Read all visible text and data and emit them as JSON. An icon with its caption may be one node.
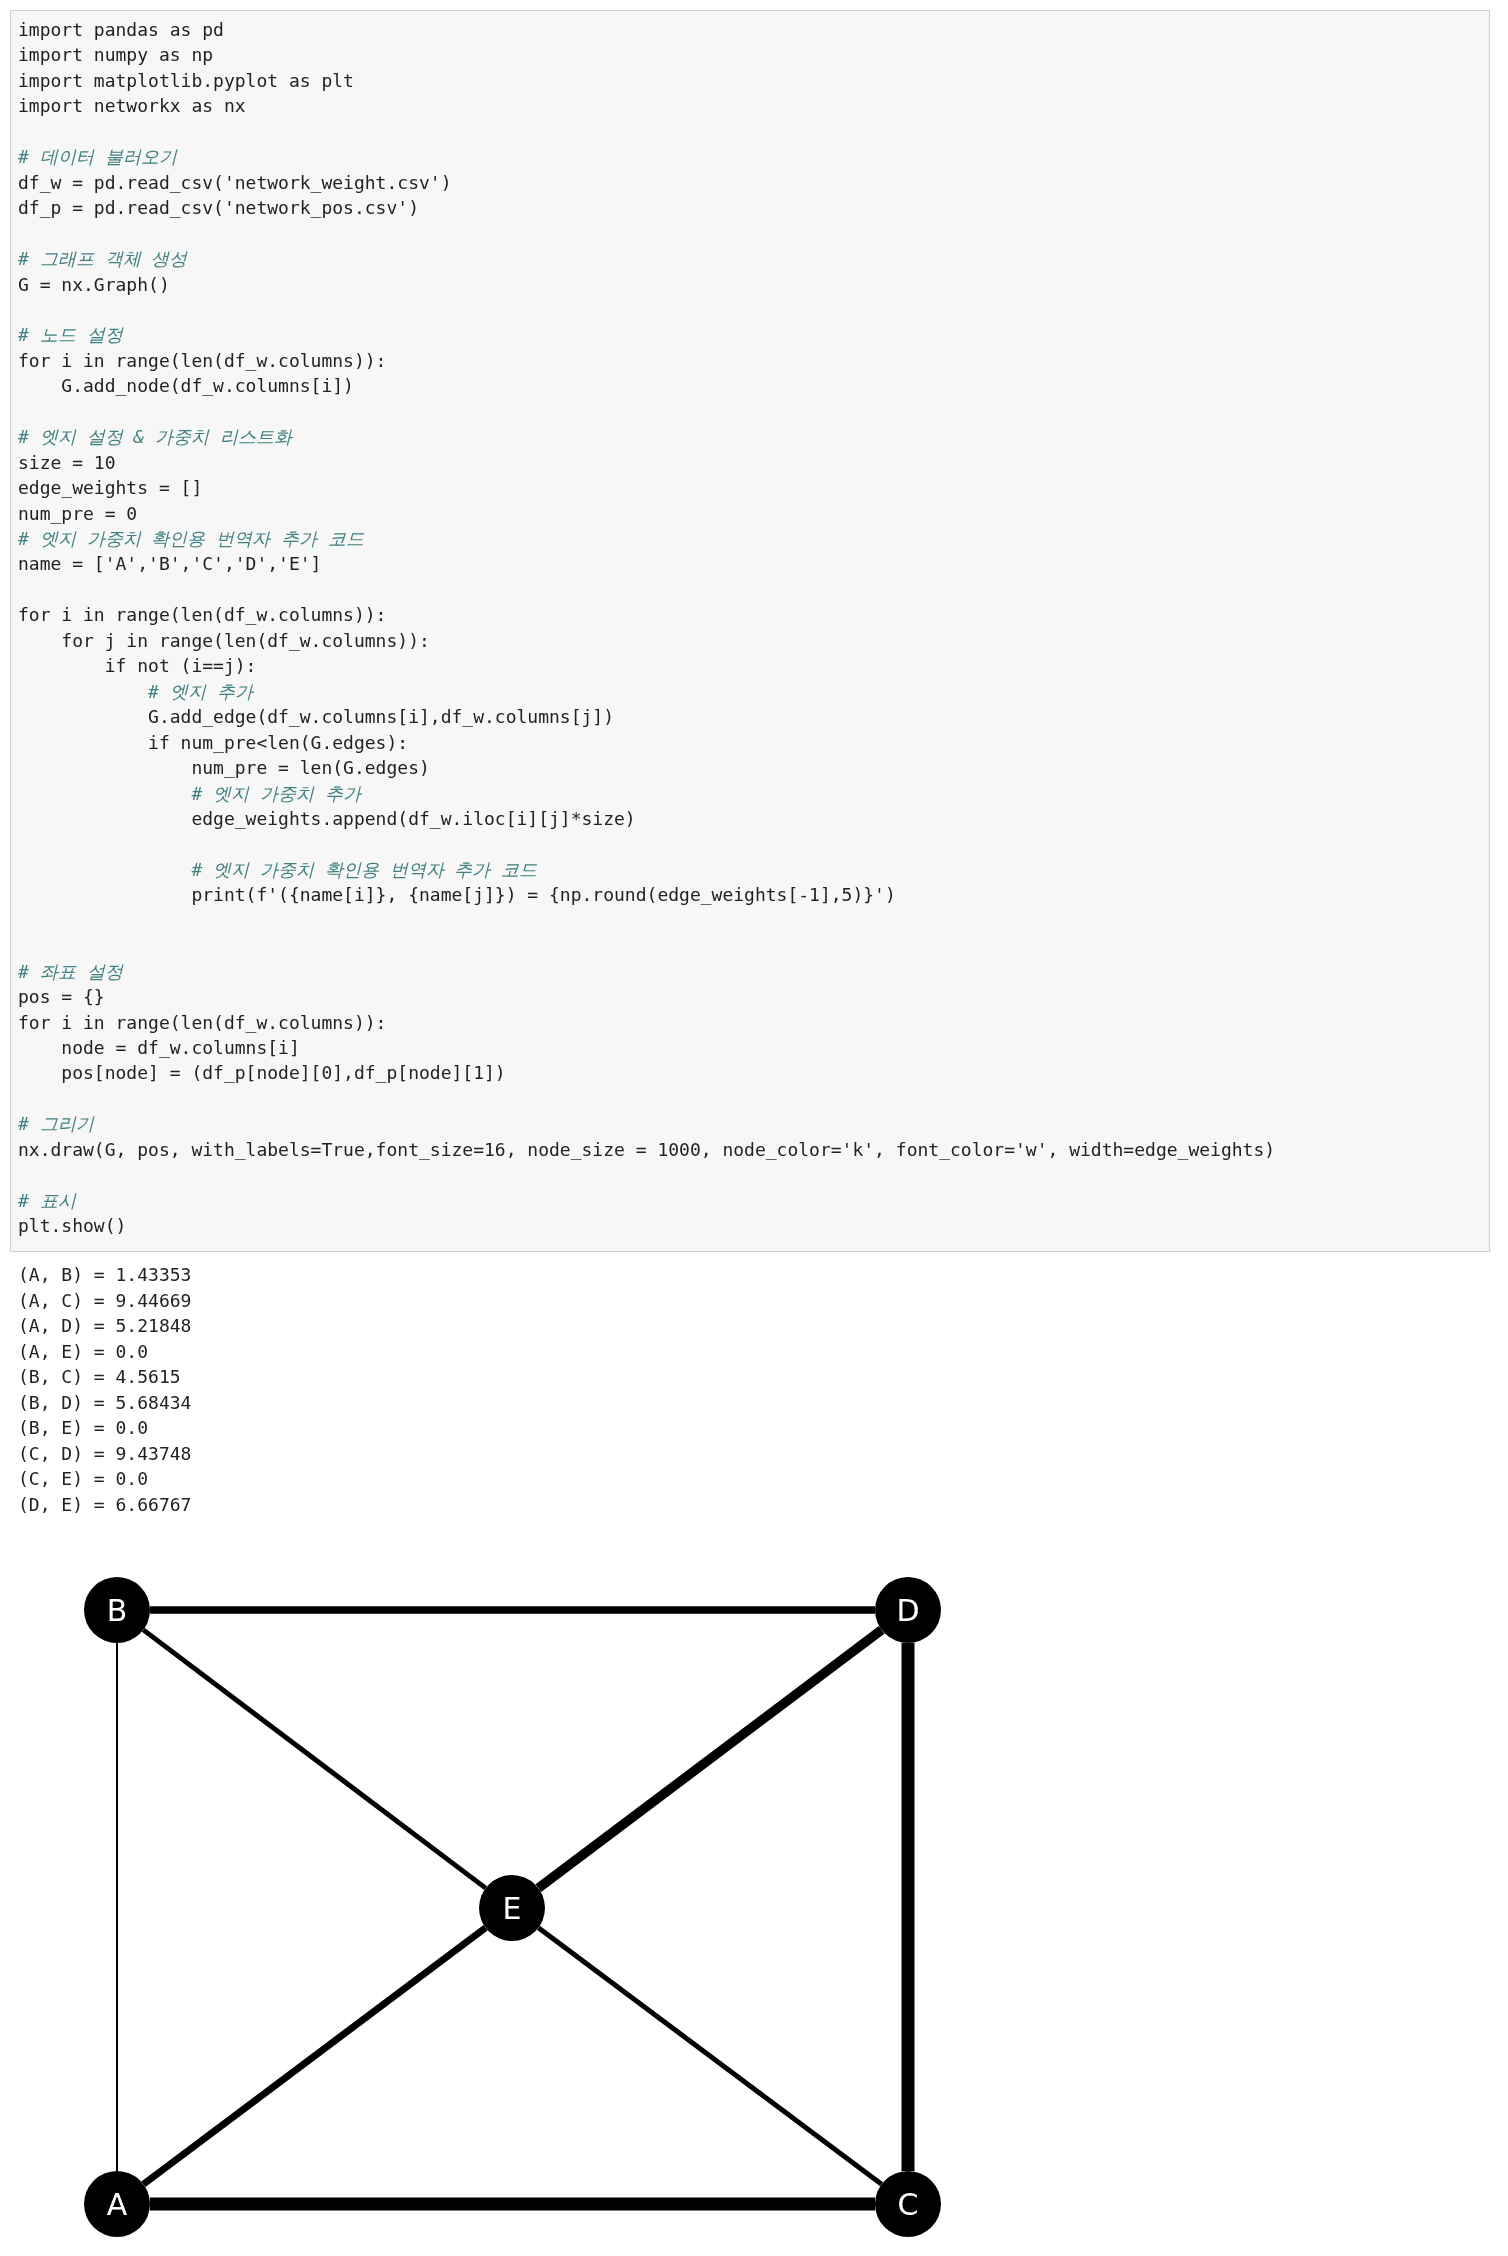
{
  "diagram": {
    "nodes": [
      {
        "text": [
          "B"
        ]
      },
      {
        "text": [
          "D"
        ]
      },
      {
        "text": [
          "E"
        ]
      },
      {
        "text": [
          "A"
        ]
      },
      {
        "text": [
          "C"
        ]
      }
    ],
    "edges": [
      {
        "from": 0,
        "to": 1,
        "arrow": "none"
      },
      {
        "from": 0,
        "to": 2,
        "arrow": "none"
      },
      {
        "from": 0,
        "to": 3,
        "arrow": "none"
      },
      {
        "from": 1,
        "to": 2,
        "arrow": "none"
      },
      {
        "from": 1,
        "to": 4,
        "arrow": "none",
        "style": "thick"
      },
      {
        "from": 2,
        "to": 3,
        "arrow": "none"
      },
      {
        "from": 2,
        "to": 4,
        "arrow": "none"
      },
      {
        "from": 3,
        "to": 4,
        "arrow": "none",
        "style": "thick"
      }
    ],
    "labels": [
      "import pandas as pd",
      "import numpy as np",
      "import matplotlib.pyplot as plt",
      "import networkx as nx",
      "# 데이터 불러오기",
      "df_w = pd.read_csv('network_weight.csv')",
      "df_p = pd.read_csv('network_pos.csv')",
      "# 그래프 객체 생성",
      "G = nx.Graph()",
      "# 노드 설정",
      "for i in range(len(df_w.columns)):",
      "    G.add_node(df_w.columns[i])",
      "# 엣지 설정 & 가중치 리스트화",
      "size = 10",
      "edge_weights = []",
      "num_pre = 0",
      "# 엣지 가중치 확인용 번역자 추가 코드",
      "name = ['A','B','C','D','E']",
      "for i in range(len(df_w.columns)):",
      "    for j in range(len(df_w.columns)):",
      "        if not (i==j):",
      "            # 엣지 추가",
      "            G.add_edge(df_w.columns[i],df_w.columns[j])",
      "            if num_pre<len(G.edges):",
      "                num_pre = len(G.edges)",
      "                # 엣지 가중치 추가",
      "                edge_weights.append(df_w.iloc[i][j]*size)",
      "                # 엣지 가중치 확인용 번역자 추가 코드",
      "                print(f'({name[i]}, {name[j]}) = {np.round(edge_weights[-1],5)}')",
      "# 좌표 설정",
      "pos = {}",
      "for i in range(len(df_w.columns)):",
      "    node = df_w.columns[i]",
      "    pos[node] = (df_p[node][0],df_p[node][1])",
      "# 그리기",
      "nx.draw(G, pos, with_labels=True,font_size=16, node_size = 1000, node_color='k', font_color='w', width=edge_weights)",
      "# 표시",
      "plt.show()",
      "(A, B) = 1.43353",
      "(A, C) = 9.44669",
      "(A, D) = 5.21848",
      "(A, E) = 0.0",
      "(B, C) = 4.5615",
      "(B, D) = 5.68434",
      "(B, E) = 0.0",
      "(C, D) = 9.43748",
      "(C, E) = 0.0",
      "(D, E) = 6.66767"
    ]
  }
}
